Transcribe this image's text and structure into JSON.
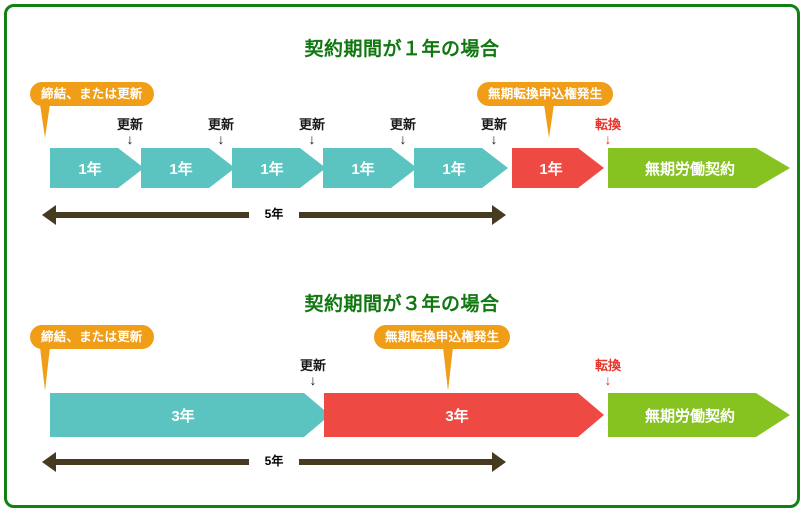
{
  "figure": {
    "frame_color": "#138013",
    "background": "#ffffff"
  },
  "palette": {
    "title_green": "#117711",
    "badge_orange": "#F09D17",
    "fixed_term_teal": "#5BC4C0",
    "final_term_red": "#EE4943",
    "indefinite_green": "#86C220",
    "span_brown": "#463A20",
    "tick_black": "#1a1a1a",
    "tick_red": "#E8352B"
  },
  "sections": [
    {
      "id": "case-1-year",
      "title": "契約期間が１年の場合",
      "badges": [
        {
          "label": "締結、または更新"
        },
        {
          "label": "無期転換申込権発生"
        }
      ],
      "ticks": [
        {
          "label": "更新",
          "stem": "↓",
          "color": "black"
        },
        {
          "label": "更新",
          "stem": "↓",
          "color": "black"
        },
        {
          "label": "更新",
          "stem": "↓",
          "color": "black"
        },
        {
          "label": "更新",
          "stem": "↓",
          "color": "black"
        },
        {
          "label": "更新",
          "stem": "↓",
          "color": "black"
        },
        {
          "label": "転換",
          "stem": "↓",
          "color": "red"
        }
      ],
      "arrows": [
        {
          "label": "1年",
          "color": "teal"
        },
        {
          "label": "1年",
          "color": "teal"
        },
        {
          "label": "1年",
          "color": "teal"
        },
        {
          "label": "1年",
          "color": "teal"
        },
        {
          "label": "1年",
          "color": "teal"
        },
        {
          "label": "1年",
          "color": "red"
        },
        {
          "label": "無期労働契約",
          "color": "green"
        }
      ],
      "span": {
        "label": "5年"
      }
    },
    {
      "id": "case-3-year",
      "title": "契約期間が３年の場合",
      "badges": [
        {
          "label": "締結、または更新"
        },
        {
          "label": "無期転換申込権発生"
        }
      ],
      "ticks": [
        {
          "label": "更新",
          "stem": "↓",
          "color": "black"
        },
        {
          "label": "転換",
          "stem": "↓",
          "color": "red"
        }
      ],
      "arrows": [
        {
          "label": "3年",
          "color": "teal"
        },
        {
          "label": "3年",
          "color": "red"
        },
        {
          "label": "無期労働契約",
          "color": "green"
        }
      ],
      "span": {
        "label": "5年"
      }
    }
  ]
}
